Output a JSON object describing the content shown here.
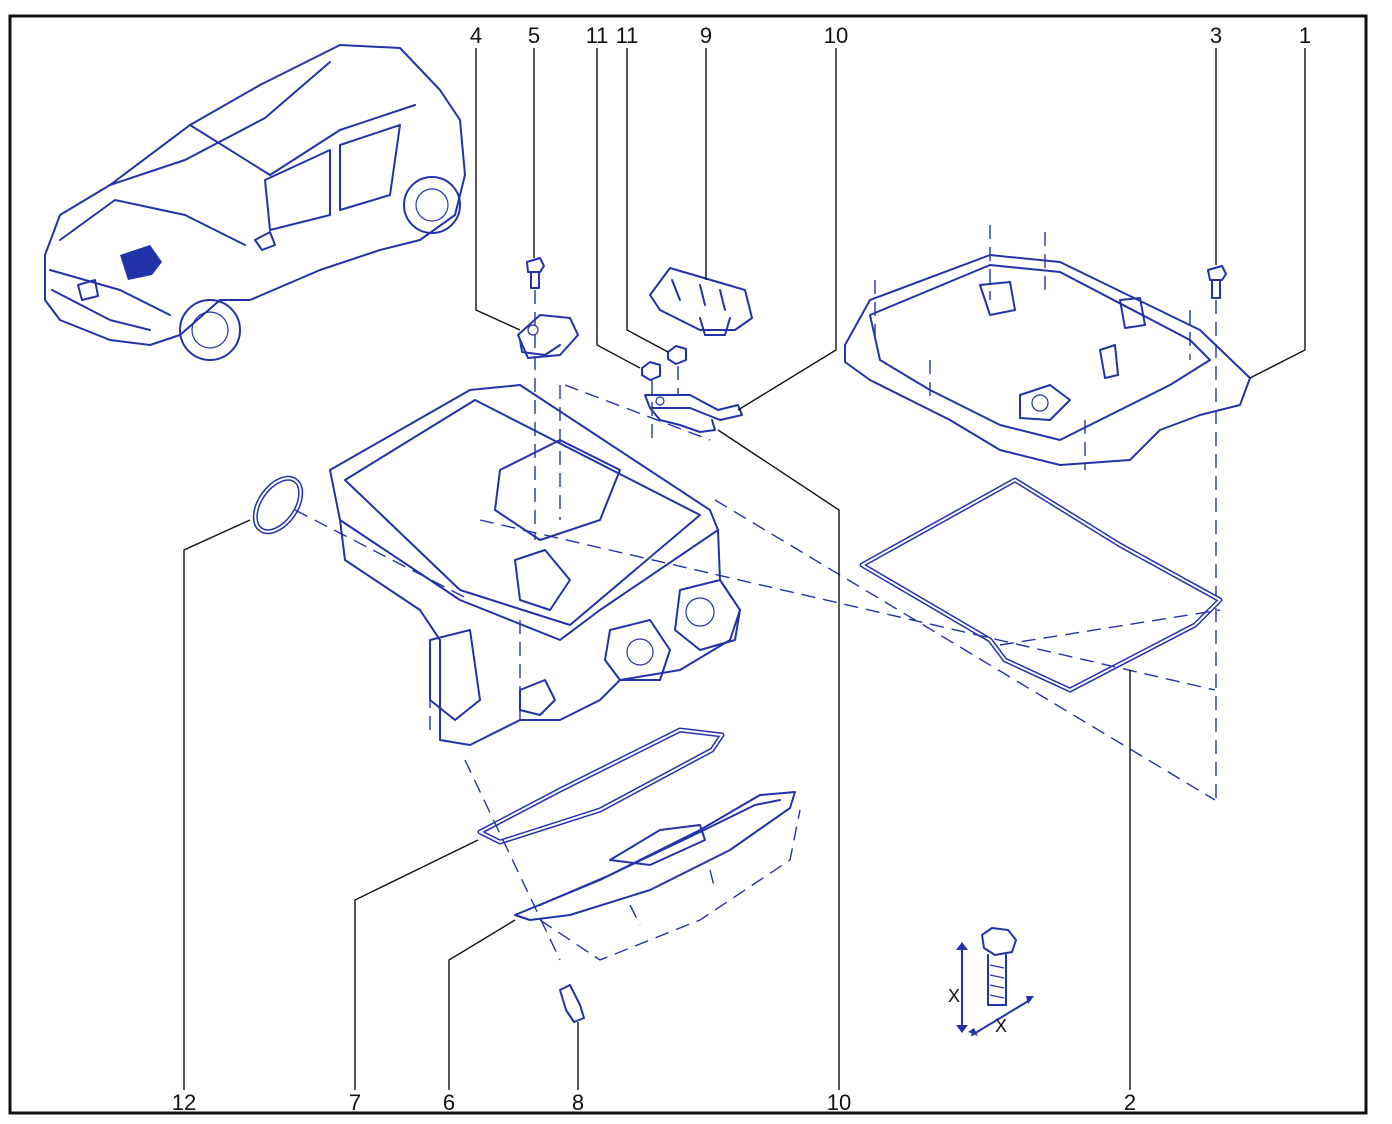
{
  "callouts": {
    "c4": "4",
    "c5": "5",
    "c11a": "11",
    "c11b": "11",
    "c9": "9",
    "c10_top": "10",
    "c3": "3",
    "c1": "1",
    "c12": "12",
    "c7": "7",
    "c6": "6",
    "c8": "8",
    "c10_bottom": "10",
    "c2": "2"
  },
  "torque_symbol": {
    "mark1": "X",
    "mark2": "X"
  },
  "colors": {
    "line_art": "#2233aa",
    "frame": "#111111",
    "background": "#ffffff"
  }
}
